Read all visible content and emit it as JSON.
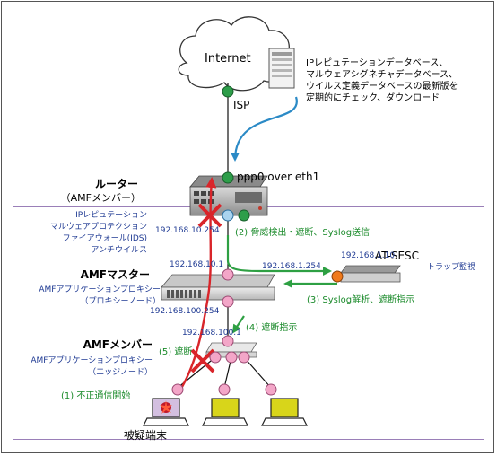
{
  "internet": {
    "label": "Internet"
  },
  "isp": {
    "label": "ISP"
  },
  "update_note": {
    "lines": [
      "IPレピュテーションデータベース、",
      "マルウェアシグネチャデータベース、",
      "ウイルス定義データベースの最新版を",
      "定期的にチェック、ダウンロード"
    ]
  },
  "router": {
    "title": "ルーター",
    "role": "（AMFメンバー）",
    "interface": "ppp0 over eth1",
    "features": [
      "IPレピュテーション",
      "マルウェアプロテクション",
      "ファイアウォール(IDS)",
      "アンチウイルス"
    ],
    "ip_lan": "192.168.10.254",
    "ip_sesc": "192.168.1.254"
  },
  "amf_master": {
    "title": "AMFマスター",
    "role_lines": [
      "AMFアプリケーションプロキシー",
      "（プロキシーノード）"
    ],
    "ip_up": "192.168.10.1",
    "ip_down": "192.168.100.254"
  },
  "amf_member": {
    "title": "AMFメンバー",
    "role_lines": [
      "AMFアプリケーションプロキシー",
      "（エッジノード）"
    ],
    "ip": "192.168.100.1"
  },
  "sesc": {
    "name": "AT-SESC",
    "sub": "トラップ監視",
    "ip": "192.168.1.10"
  },
  "steps": {
    "s1": "(1) 不正通信開始",
    "s2": "(2) 脅威検出・遮断、Syslog送信",
    "s3": "(3) Syslog解析、遮断指示",
    "s4": "(4) 遮断指示",
    "s5": "(5) 遮断"
  },
  "suspect": {
    "label": "被疑端末"
  },
  "colors": {
    "attack_red": "#d9252a",
    "syslog_green": "#2ea043",
    "instruction_green": "#2ea043",
    "download_blue": "#2b8ac6",
    "port_pink": "#f3a6c8",
    "port_green": "#2e9e4a",
    "port_orange": "#f07a1a",
    "port_blue": "#a9d3ef",
    "frame_purple": "#9a7fb8",
    "laptop_screen": "#d8d51a"
  }
}
